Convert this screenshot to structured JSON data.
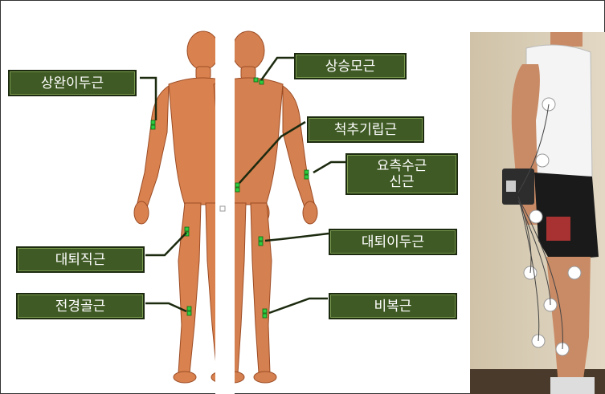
{
  "labels": {
    "biceps": "상완이두근",
    "trapezius": "상승모근",
    "erector": "척추기립근",
    "brachioradialis": "요측수근\n신근",
    "rectus_femoris": "대퇴직근",
    "biceps_femoris": "대퇴이두근",
    "tibialis": "전경골근",
    "gastrocnemius": "비복근"
  },
  "colors": {
    "label_bg": "#3f5a24",
    "label_text": "#ffffff",
    "muscle": "#d9824f",
    "muscle_dark": "#b85f33",
    "electrode": "#2ecc40"
  },
  "photo": {
    "subject": "side view of person wearing EMG electrodes"
  }
}
